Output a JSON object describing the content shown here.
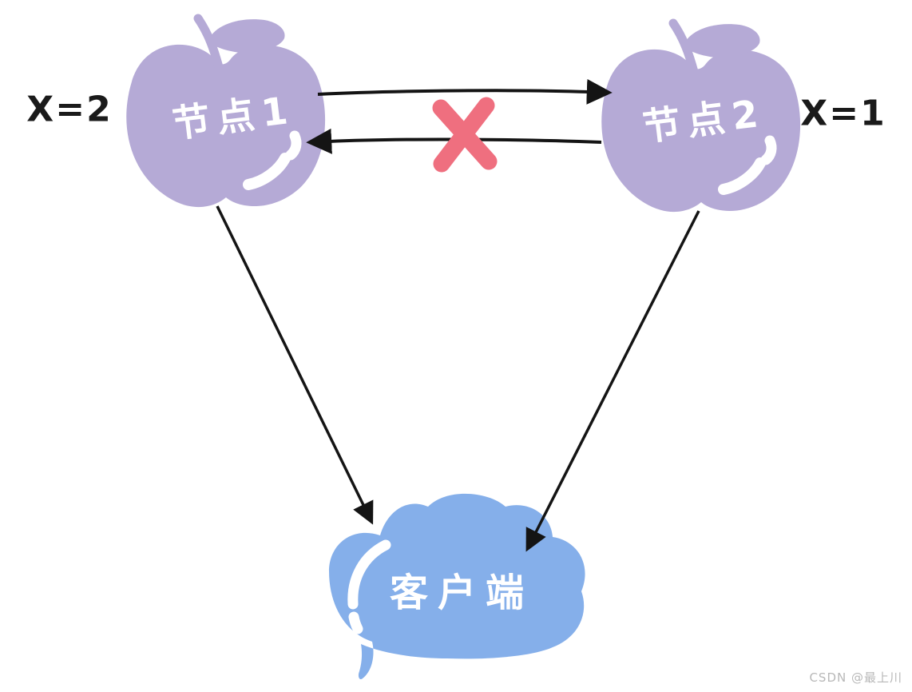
{
  "diagram": {
    "node1": {
      "label": "节点1",
      "value_label": "X=2"
    },
    "node2": {
      "label": "节点2",
      "value_label": "X=1"
    },
    "client": {
      "label": "客户端"
    },
    "edges": [
      {
        "from": "节点1",
        "to": "节点2",
        "status": "blocked"
      },
      {
        "from": "节点2",
        "to": "节点1",
        "status": "blocked"
      },
      {
        "from": "节点1",
        "to": "客户端",
        "status": "ok"
      },
      {
        "from": "节点2",
        "to": "客户端",
        "status": "ok"
      }
    ],
    "colors": {
      "node_fill": "#b5aad6",
      "client_fill": "#85afea",
      "cross": "#ef6f7f",
      "arrow": "#141414",
      "label_text": "#ffffff",
      "value_text": "#1a1a1a",
      "watermark": "#b8b8b8"
    }
  },
  "watermark": {
    "text": "CSDN @最上川"
  }
}
